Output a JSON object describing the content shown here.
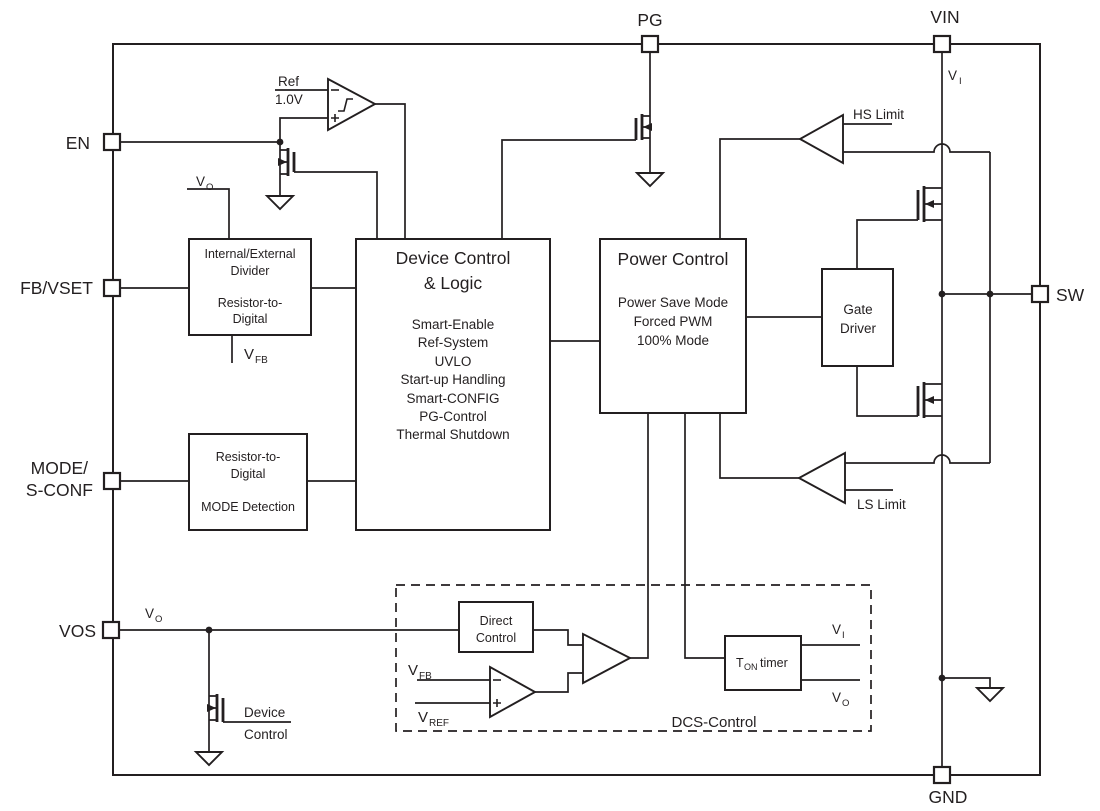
{
  "colors": {
    "ink": "#231f20",
    "background": "#ffffff"
  },
  "diagram": {
    "pins": {
      "pg": "PG",
      "vin": "VIN",
      "en": "EN",
      "fb_vset": "FB/VSET",
      "mode1": "MODE/",
      "mode2": "S-CONF",
      "vos": "VOS",
      "sw": "SW",
      "gnd": "GND"
    },
    "blocks": {
      "divider": {
        "l1": "Internal/External",
        "l2": "Divider",
        "l3": "Resistor-to-",
        "l4": "Digital"
      },
      "device_logic": {
        "t1": "Device Control",
        "t2": "& Logic",
        "items": [
          "Smart-Enable",
          "Ref-System",
          "UVLO",
          "Start-up Handling",
          "Smart-CONFIG",
          "PG-Control",
          "Thermal Shutdown"
        ]
      },
      "mode_detect": {
        "l1": "Resistor-to-",
        "l2": "Digital",
        "l3": "MODE Detection"
      },
      "power_control": {
        "title": "Power Control",
        "items": [
          "Power Save Mode",
          "Forced PWM",
          "100% Mode"
        ]
      },
      "gate_driver": {
        "l1": "Gate",
        "l2": "Driver"
      },
      "direct_control": {
        "l1": "Direct",
        "l2": "Control"
      },
      "ton_timer": {
        "main": "T",
        "sub": "ON",
        "rest": "timer"
      },
      "dcs_label": "DCS-Control"
    },
    "signals": {
      "ref": "Ref",
      "ref_value": "1.0V",
      "hs_limit": "HS Limit",
      "ls_limit": "LS Limit",
      "vi_vin": {
        "m": "V",
        "s": "I"
      },
      "vo_divider": {
        "m": "V",
        "s": "O"
      },
      "vfb_divider": {
        "m": "V",
        "s": "FB"
      },
      "vo_vos": {
        "m": "V",
        "s": "O"
      },
      "vfb_dcs": {
        "m": "V",
        "s": "FB"
      },
      "vref_dcs": {
        "m": "V",
        "s": "REF"
      },
      "vi_ton": {
        "m": "V",
        "s": "I"
      },
      "vo_ton": {
        "m": "V",
        "s": "O"
      },
      "device_ctrl1": "Device",
      "device_ctrl2": "Control"
    }
  }
}
